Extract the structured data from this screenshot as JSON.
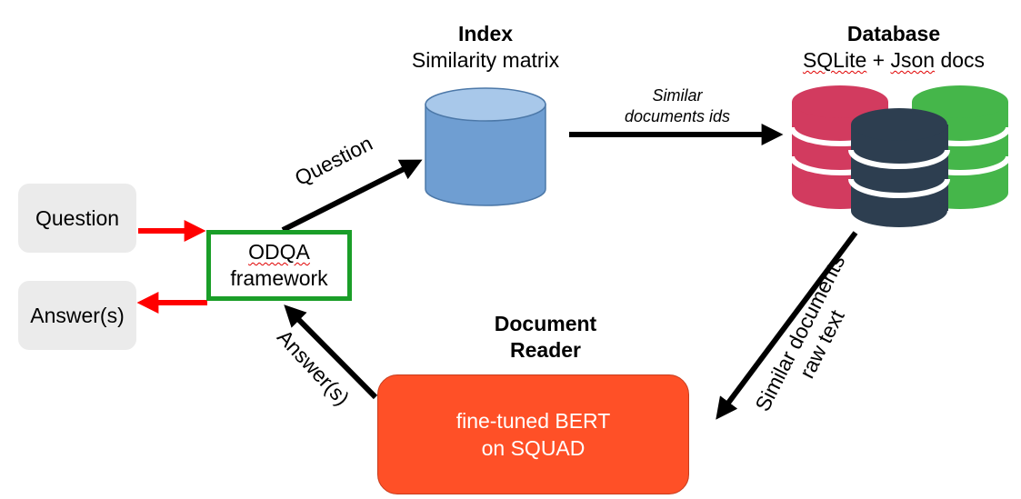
{
  "input_box": {
    "label": "Question"
  },
  "output_box": {
    "label": "Answer(s)"
  },
  "framework": {
    "line1": "ODQA",
    "line2": "framework"
  },
  "index": {
    "title": "Index",
    "subtitle": "Similarity matrix"
  },
  "database": {
    "title": "Database",
    "subtitle_part1": "SQLite",
    "subtitle_part2": " + ",
    "subtitle_part3": "Json",
    "subtitle_part4": " docs"
  },
  "reader": {
    "title_line1": "Document",
    "title_line2": "Reader",
    "box_line1": "fine-tuned BERT",
    "box_line2": "on SQUAD"
  },
  "edges": {
    "question_to_index": "Question",
    "index_to_db_line1": "Similar",
    "index_to_db_line2": "documents ids",
    "db_to_reader_line1": "Similar documents",
    "db_to_reader_line2": "raw text",
    "reader_to_framework": "Answer(s)"
  },
  "colors": {
    "framework_border": "#1a9e28",
    "reader_fill": "#ff5027",
    "index_cylinder": "#6f9ed2",
    "db_red": "#d23b5f",
    "db_green": "#45b64a",
    "db_navy": "#2d3e50",
    "input_arrow": "#ff0000"
  }
}
